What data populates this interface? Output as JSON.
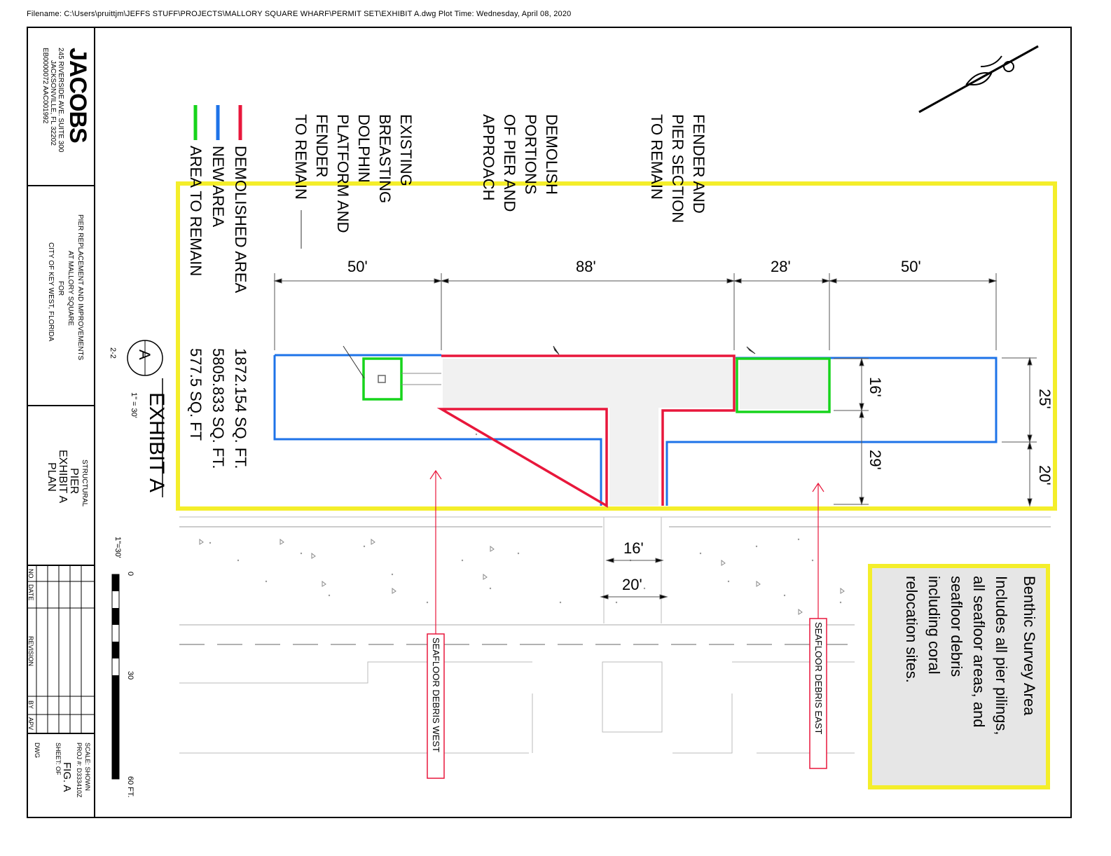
{
  "filename": "Filename: C:\\Users\\pruittjm\\JEFFS STUFF\\PROJECTS\\MALLORY SQUARE WHARF\\PERMIT SET\\EXHIBIT A.dwg  Plot Time: Wednesday, April 08, 2020",
  "titleblock": {
    "logo": "JACOBS",
    "address": [
      "245 RIVERSIDE AVE. SUITE 300",
      "JACKSONVILLE, FL 32202",
      "EB0000072        AAC001992"
    ],
    "project": [
      "PIER REPLACEMENT AND IMPROVEMENTS",
      "AT MALLORY SQUARE",
      "FOR",
      "CITY OF KEY WEST, FLORIDA"
    ],
    "sheet_title": [
      "STRUCTURAL",
      "PIER",
      "EXHIBIT A",
      "PLAN"
    ],
    "scale": "SCALE: SHOWN",
    "proj": "PROJ #: D333410Z",
    "fig": "FIG. A",
    "sheet": "SHEET:     OF",
    "dwg": "DWG",
    "rev_headers": {
      "no": "NO.",
      "date": "DATE",
      "revision": "REVISION",
      "by": "BY",
      "apv": "APV"
    }
  },
  "exhibit": {
    "title": "EXHIBIT A",
    "scale": "1\" = 30'",
    "bubble": "A",
    "sheet_ref": "2-2"
  },
  "legend": [
    {
      "label": "DEMOLISHED AREA",
      "value": "1872.154 SQ. FT.",
      "color": "#e8173b"
    },
    {
      "label": "NEW AREA",
      "value": "5805.833 SQ. FT.",
      "color": "#1e73e8"
    },
    {
      "label": "AREA TO REMAIN",
      "value": "577.5 SQ. FT",
      "color": "#17d41c"
    }
  ],
  "callouts": {
    "fender_pier": [
      "FENDER AND",
      "PIER SECTION",
      "TO REMAIN"
    ],
    "demolish": [
      "DEMOLISH",
      "PORTIONS",
      "OF PIER AND",
      "APPROACH"
    ],
    "breasting": [
      "EXISTING",
      "BREASTING",
      "DOLPHIN",
      "PLATFORM AND",
      "FENDER",
      "TO REMAIN"
    ]
  },
  "dimensions": {
    "d50a": "50'",
    "d88": "88'",
    "d28": "28'",
    "d50b": "50'",
    "d16": "16'",
    "d29": "29'",
    "d25": "25'",
    "d20": "20'",
    "w16": "16'",
    "w20": "20'"
  },
  "debris": {
    "west": "SEAFLOOR DEBRIS WEST",
    "east": "SEAFLOOR DEBRIS EAST"
  },
  "benthic": {
    "title": "Benthic Survey Area",
    "body": [
      "Includes all pier pilings,",
      "all seafloor areas, and",
      "seafloor debris",
      "including coral",
      "relocation sites."
    ]
  },
  "scalebar": {
    "label": "1\"=30'",
    "t0": "0",
    "t30": "30",
    "t60": "60 FT."
  },
  "colors": {
    "yellow": "#f4ee2a",
    "red": "#e8173b",
    "blue": "#1e73e8",
    "green": "#17d41c"
  }
}
